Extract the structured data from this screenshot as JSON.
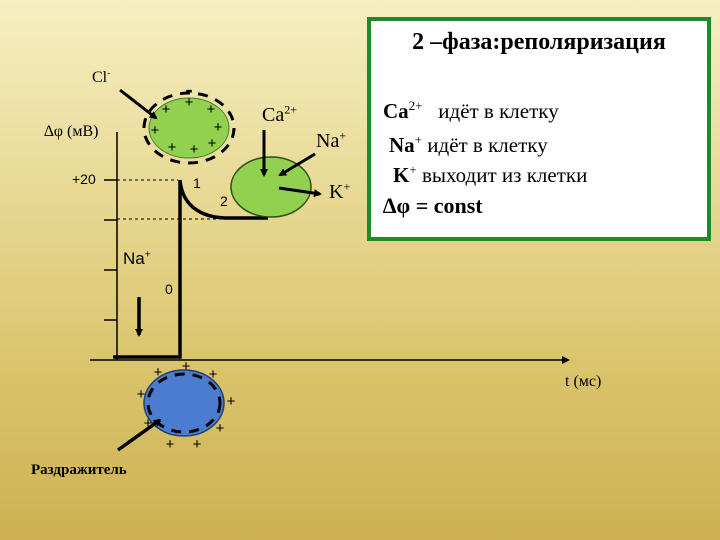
{
  "info": {
    "title": "2 –фаза:реполяризация",
    "line1_ion": "Ca",
    "line1_charge": "2+",
    "line1_text": "идёт в клетку",
    "line2_ion": "Na",
    "line2_charge": "+",
    "line2_text": "идёт в клетку",
    "line3_ion": "K",
    "line3_charge": "+",
    "line3_text": "выходит из клетки",
    "line4": "∆φ = const"
  },
  "axis": {
    "ylabel": "∆φ (мВ)",
    "xlabel": "t (мс)",
    "tick_plus20": "+20"
  },
  "phases": {
    "p0": "0",
    "p1": "1",
    "p2": "2"
  },
  "ions": {
    "cl": "Cl",
    "cl_charge": "-",
    "ca": "Ca",
    "ca_charge": "2+",
    "na": "Na",
    "na_charge": "+",
    "k": "K",
    "k_charge": "+",
    "na_left": "Na",
    "na_left_charge": "+"
  },
  "stimulus_label": "Раздражитель",
  "colors": {
    "green_cell": "#92d050",
    "blue_cell": "#4a7dd0",
    "box_border": "#1f8a2c"
  }
}
